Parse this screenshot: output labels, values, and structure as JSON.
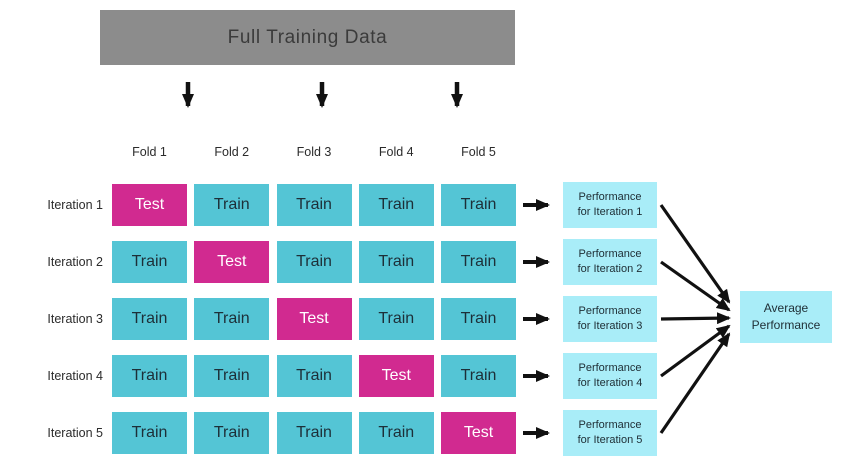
{
  "title_box": {
    "label": "Full Training Data"
  },
  "folds": [
    "Fold 1",
    "Fold 2",
    "Fold 3",
    "Fold 4",
    "Fold 5"
  ],
  "iterations": [
    {
      "label": "Iteration 1",
      "cells": [
        "Test",
        "Train",
        "Train",
        "Train",
        "Train"
      ],
      "performance": {
        "line1": "Performance",
        "line2": "for Iteration 1"
      }
    },
    {
      "label": "Iteration 2",
      "cells": [
        "Train",
        "Test",
        "Train",
        "Train",
        "Train"
      ],
      "performance": {
        "line1": "Performance",
        "line2": "for Iteration 2"
      }
    },
    {
      "label": "Iteration 3",
      "cells": [
        "Train",
        "Train",
        "Test",
        "Train",
        "Train"
      ],
      "performance": {
        "line1": "Performance",
        "line2": "for Iteration 3"
      }
    },
    {
      "label": "Iteration 4",
      "cells": [
        "Train",
        "Train",
        "Train",
        "Test",
        "Train"
      ],
      "performance": {
        "line1": "Performance",
        "line2": "for Iteration 4"
      }
    },
    {
      "label": "Iteration 5",
      "cells": [
        "Train",
        "Train",
        "Train",
        "Train",
        "Test"
      ],
      "performance": {
        "line1": "Performance",
        "line2": "for Iteration 5"
      }
    }
  ],
  "average_box": {
    "line1": "Average",
    "line2": "Performance"
  },
  "colors": {
    "title_bg": "#8c8c8c",
    "train": "#54c5d5",
    "test": "#d12a90",
    "performance_bg": "#a9edf8",
    "arrow": "#111111"
  }
}
